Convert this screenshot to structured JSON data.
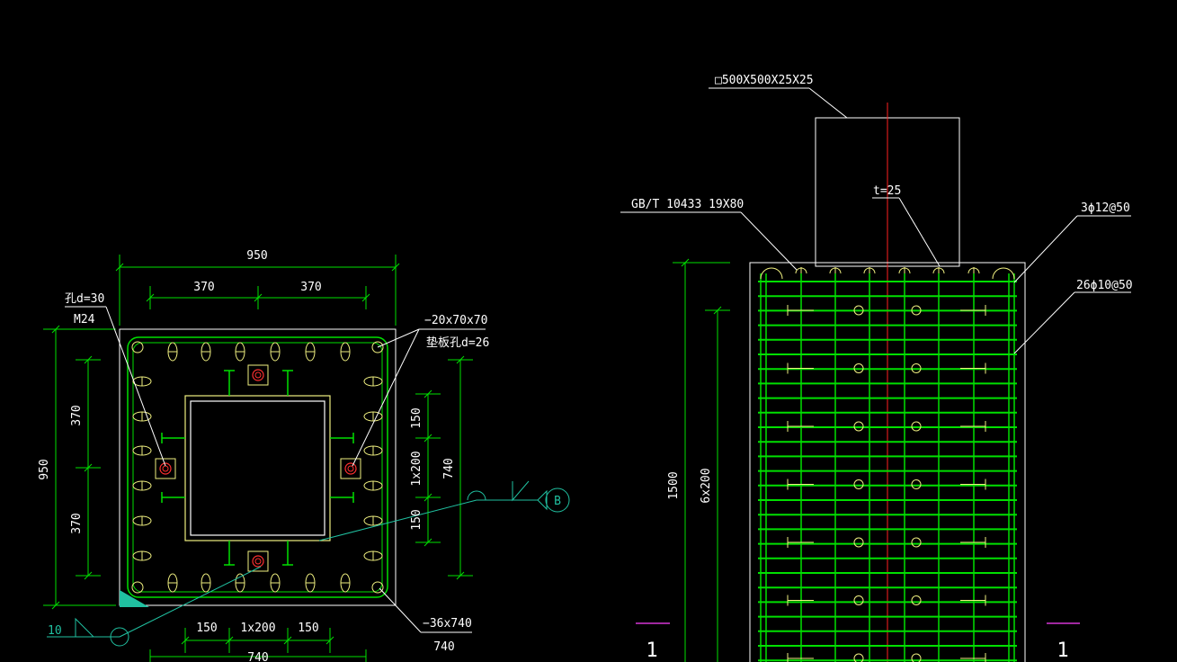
{
  "plan": {
    "overall_width": "950",
    "anchor_spacing_left": "370",
    "anchor_spacing_right": "370",
    "overall_height": "950",
    "left_dim_upper": "370",
    "left_dim_lower": "370",
    "hole_label": "孔d=30",
    "bolt_label": "M24",
    "plate_label": "−20x70x70",
    "washer_hole_label": "垫板孔d=26",
    "right_dim_top": "150",
    "right_dim_mid": "1x200",
    "right_dim_bottom": "150",
    "right_dim_total": "740",
    "base_plate_label": "−36x740",
    "base_plate_width": "740",
    "bottom_dim_left": "150",
    "bottom_dim_mid": "1x200",
    "bottom_dim_right": "150",
    "bottom_dim_total": "740",
    "weld_size": "10",
    "grid_ref": "B"
  },
  "elevation": {
    "column_label": "□500X500X25X25",
    "stud_label": "GB/T 10433  19X80",
    "stiffener_label": "t=25",
    "top_rebar_label": "3ϕ12@50",
    "stirrup_label": "26ϕ10@50",
    "height_dim": "1500",
    "spacing_dim": "6x200",
    "section_left": "1",
    "section_right": "1"
  },
  "colors": {
    "line": "#ffffff",
    "rebar": "#00e000",
    "dimension": "#00e000",
    "leader": "#ffffff",
    "plate_yellow": "#f0f080",
    "bolt_red": "#ff3030",
    "centerline": "#ff2020",
    "section_mark": "#ff40ff",
    "weld_cyan": "#20c0a0"
  }
}
